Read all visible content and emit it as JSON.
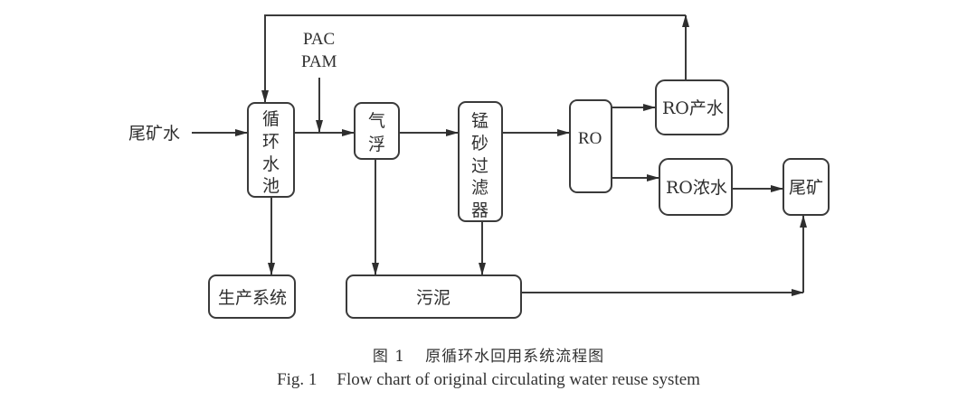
{
  "diagram": {
    "input_label": "尾矿水",
    "reagents": [
      "PAC",
      "PAM"
    ],
    "nodes": {
      "circulating_pool": [
        "循",
        "环",
        "水",
        "池"
      ],
      "air_flotation": [
        "气",
        "浮"
      ],
      "manganese_filter": [
        "锰",
        "砂",
        "过",
        "滤",
        "器"
      ],
      "ro": "RO",
      "ro_product": "RO产水",
      "ro_concentrate": "RO浓水",
      "tailings": "尾矿",
      "production_system": "生产系统",
      "sludge": "污泥"
    },
    "edges": [
      {
        "from": "尾矿水",
        "to": "循环水池"
      },
      {
        "from": "循环水池",
        "to": "气浮"
      },
      {
        "from": "PAC/PAM",
        "to": "循环水池-气浮 line"
      },
      {
        "from": "气浮",
        "to": "锰砂过滤器"
      },
      {
        "from": "锰砂过滤器",
        "to": "RO"
      },
      {
        "from": "RO",
        "to": "RO产水"
      },
      {
        "from": "RO",
        "to": "RO浓水"
      },
      {
        "from": "RO产水",
        "to": "循环水池"
      },
      {
        "from": "RO浓水",
        "to": "尾矿"
      },
      {
        "from": "循环水池",
        "to": "生产系统"
      },
      {
        "from": "气浮",
        "to": "污泥"
      },
      {
        "from": "锰砂过滤器",
        "to": "污泥"
      },
      {
        "from": "污泥",
        "to": "尾矿"
      }
    ]
  },
  "caption": {
    "cn_num": "图 1",
    "cn_title": "原循环水回用系统流程图",
    "en_num": "Fig. 1",
    "en_title": "Flow chart of original circulating water reuse system"
  }
}
